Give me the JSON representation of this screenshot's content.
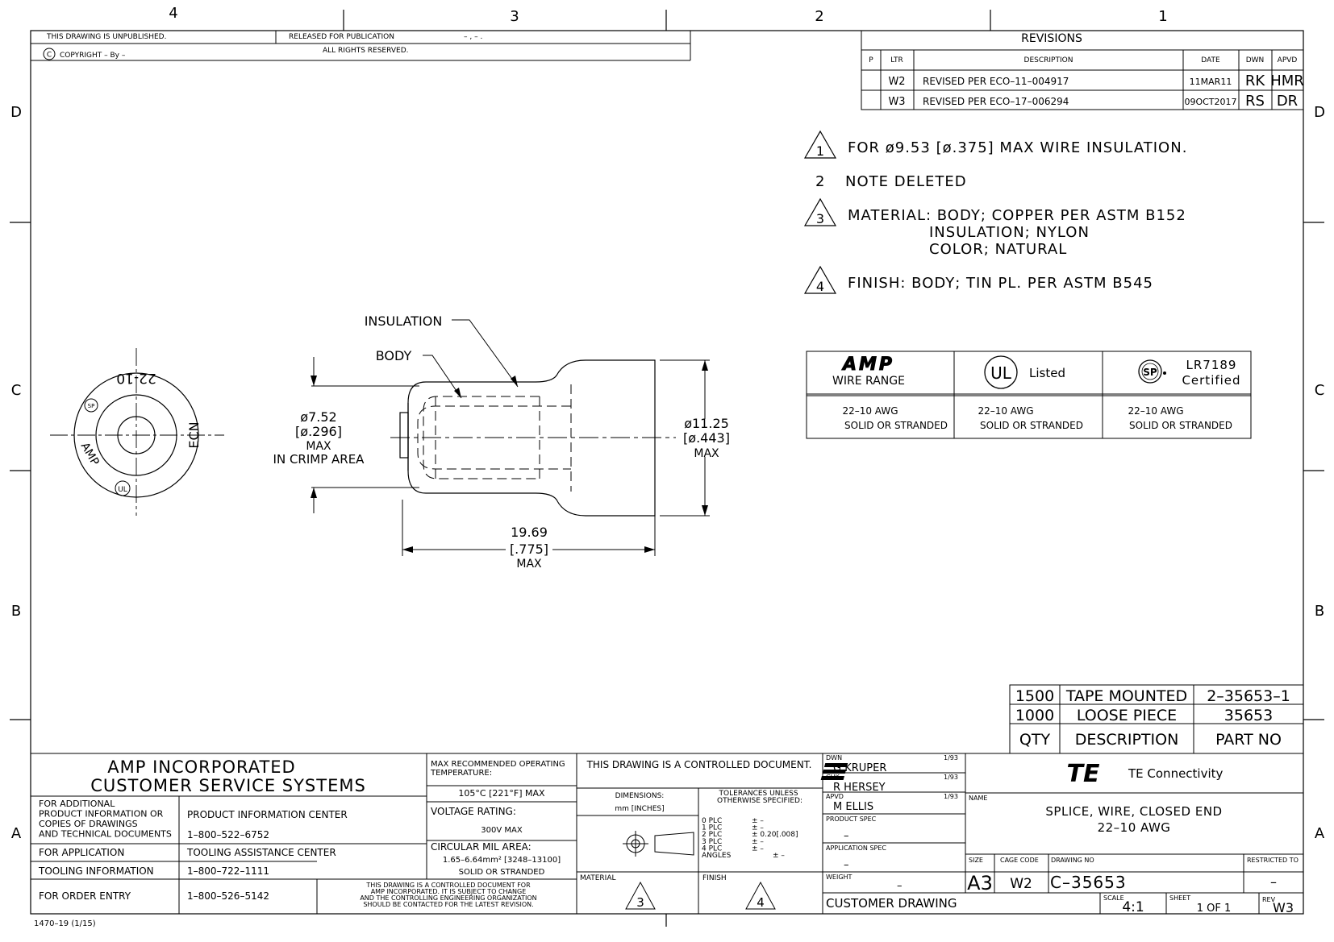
{
  "zones": {
    "top": [
      "4",
      "3",
      "2",
      "1"
    ],
    "side": [
      "D",
      "C",
      "B",
      "A"
    ]
  },
  "header": {
    "unpublished": "THIS DRAWING IS UNPUBLISHED.",
    "released": "RELEASED FOR PUBLICATION",
    "released_value": "– , –   .",
    "copyright": "COPYRIGHT  –    By  –",
    "copyright_symbol": "C",
    "rights": "ALL RIGHTS RESERVED."
  },
  "revisions": {
    "title": "REVISIONS",
    "headers": [
      "P",
      "LTR",
      "DESCRIPTION",
      "DATE",
      "DWN",
      "APVD"
    ],
    "rows": [
      {
        "p": "",
        "ltr": "W2",
        "desc": "REVISED PER ECO–11–004917",
        "date": "11MAR11",
        "dwn": "RK",
        "apvd": "HMR"
      },
      {
        "p": "",
        "ltr": "W3",
        "desc": "REVISED PER ECO–17–006294",
        "date": "09OCT2017",
        "dwn": "RS",
        "apvd": "DR"
      }
    ]
  },
  "notes": {
    "n1_num": "1",
    "n1": "FOR ø9.53 [ø.375] MAX WIRE INSULATION.",
    "n2_num": "2",
    "n2": "NOTE DELETED",
    "n3_num": "3",
    "n3": [
      "MATERIAL: BODY; COPPER PER ASTM B152",
      "INSULATION; NYLON",
      "COLOR; NATURAL"
    ],
    "n4_num": "4",
    "n4": "FINISH: BODY; TIN PL. PER ASTM B545"
  },
  "cert": {
    "amp_logo": "AMP",
    "amp_label": "WIRE RANGE",
    "ul_logo": "UL",
    "ul_label": "Listed",
    "csa_logo": "SP",
    "csa_label1": "LR7189",
    "csa_label2": "Certified",
    "range": "22–10 AWG",
    "type": "SOLID OR STRANDED"
  },
  "drawing": {
    "insulation": "INSULATION",
    "body": "BODY",
    "dim1": [
      "ø7.52",
      "[ø.296]",
      "MAX",
      "IN CRIMP   AREA"
    ],
    "dim2": [
      "ø11.25",
      "[ø.443]",
      "MAX"
    ],
    "dim3": [
      "19.69",
      "[.775]",
      "MAX"
    ],
    "end_marks": {
      "top": "22-10",
      "right": "ECN",
      "left": "AMP"
    }
  },
  "parts": {
    "rows": [
      {
        "qty": "1500",
        "desc": "TAPE MOUNTED",
        "part": "2–35653–1"
      },
      {
        "qty": "1000",
        "desc": "LOOSE PIECE",
        "part": "35653"
      }
    ],
    "headers": {
      "qty": "QTY",
      "desc": "DESCRIPTION",
      "part": "PART NO"
    }
  },
  "title_block": {
    "company1": "AMP  INCORPORATED",
    "company2": "CUSTOMER  SERVICE  SYSTEMS",
    "info": [
      {
        "l": "FOR ADDITIONAL\nPRODUCT INFORMATION OR\nCOPIES OF DRAWINGS\nAND TECHNICAL DOCUMENTS",
        "r": "PRODUCT INFORMATION CENTER\n1–800–522–6752"
      },
      {
        "l": "FOR APPLICATION",
        "r": "TOOLING ASSISTANCE CENTER"
      },
      {
        "l": "TOOLING INFORMATION",
        "r": "1–800–722–1111"
      },
      {
        "l": "FOR ORDER ENTRY",
        "r": "1–800–526–5142"
      }
    ],
    "controlled_note": [
      "THIS DRAWING IS A CONTROLLED DOCUMENT FOR",
      "AMP INCORPORATED. IT IS SUBJECT TO CHANGE",
      "AND THE CONTROLLING ENGINEERING ORGANIZATION",
      "SHOULD BE CONTACTED FOR THE LATEST REVISION."
    ],
    "max_temp_label": "MAX RECOMMENDED OPERATING\nTEMPERATURE:",
    "max_temp": "105°C [221°F] MAX",
    "voltage_label": "VOLTAGE RATING:",
    "voltage": "300V MAX",
    "cma_label": "CIRCULAR MIL AREA:",
    "cma": "1.65–6.64mm² [3248–13100]",
    "cma_type": "SOLID OR STRANDED",
    "controlled": "THIS DRAWING IS A CONTROLLED DOCUMENT.",
    "dimensions_label": "DIMENSIONS:",
    "dimensions_unit": "mm [INCHES]",
    "tol_label": "TOLERANCES UNLESS\nOTHERWISE SPECIFIED:",
    "tolerances": [
      [
        "0 PLC",
        "± –"
      ],
      [
        "1 PLC",
        "± –"
      ],
      [
        "2 PLC",
        "± 0.20[.008]"
      ],
      [
        "3 PLC",
        "± –"
      ],
      [
        "4 PLC",
        "± –"
      ],
      [
        "ANGLES",
        "± –"
      ]
    ],
    "material_label": "MATERIAL",
    "material_note": "3",
    "finish_label": "FINISH",
    "finish_note": "4",
    "dwn_label": "DWN",
    "dwn": "G  KRUPER",
    "dwn_date": "1/93",
    "chk_label": "CHK",
    "chk": "R  HERSEY",
    "chk_date": "1/93",
    "apvd_label": "APVD",
    "apvd": "M  ELLIS",
    "apvd_date": "1/93",
    "prod_spec_label": "PRODUCT SPEC",
    "prod_spec": "–",
    "app_spec_label": "APPLICATION SPEC",
    "app_spec": "–",
    "weight_label": "WEIGHT",
    "weight": "–",
    "customer_drawing": "CUSTOMER  DRAWING",
    "logo": "TE",
    "logo_text": "TE  Connectivity",
    "name_label": "NAME",
    "name1": "SPLICE, WIRE, CLOSED END",
    "name2": "22–10 AWG",
    "size_label": "SIZE",
    "size": "A3",
    "cage_label": "CAGE CODE",
    "cage": "W2",
    "dwg_label": "DRAWING NO",
    "dwg": "C–35653",
    "restricted_label": "RESTRICTED TO",
    "restricted": "–",
    "scale_label": "SCALE",
    "scale": "4:1",
    "sheet_label": "SHEET",
    "sheet": "1  OF  1",
    "rev_label": "REV",
    "rev": "W3",
    "form": "1470–19   (1/15)"
  }
}
